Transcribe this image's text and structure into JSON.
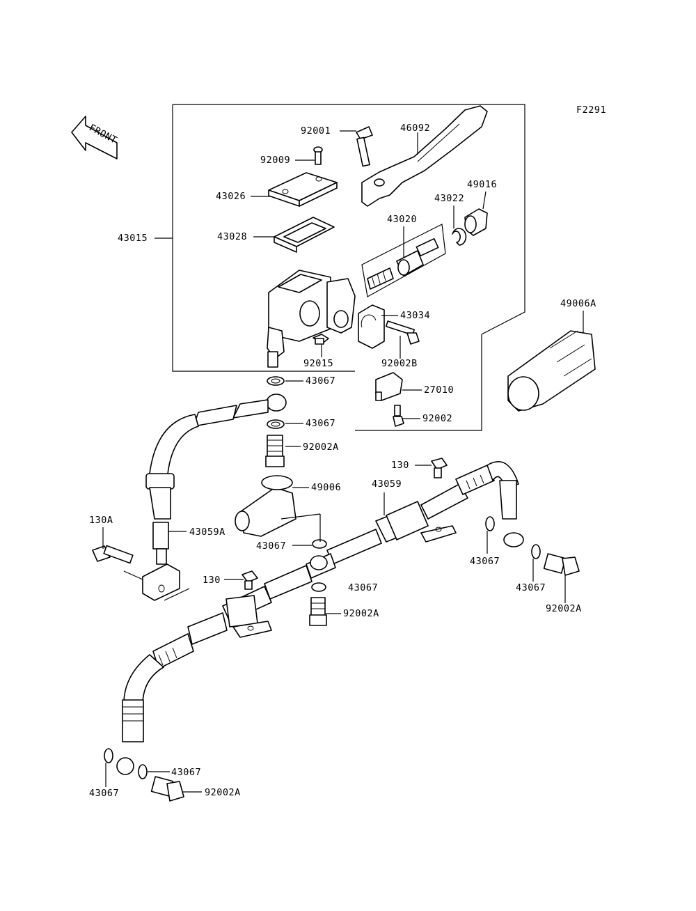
{
  "figure_code": "F2291",
  "front_arrow_text": "FRONT",
  "labels": {
    "l92001": "92001",
    "l46092": "46092",
    "l92009": "92009",
    "l43026": "43026",
    "l49016": "49016",
    "l43022": "43022",
    "l43015": "43015",
    "l43028": "43028",
    "l43020": "43020",
    "l43034": "43034",
    "l92015": "92015",
    "l92002B": "92002B",
    "l49006A": "49006A",
    "l43067a": "43067",
    "l27010": "27010",
    "l43067b": "43067",
    "l92002": "92002",
    "l92002Aa": "92002A",
    "l130a": "130",
    "l43059": "43059",
    "l49006": "49006",
    "l130A": "130A",
    "l43059A": "43059A",
    "l43067c": "43067",
    "l43067d": "43067",
    "l43067e": "43067",
    "l130b": "130",
    "l43067f": "43067",
    "l92002Ab": "92002A",
    "l92002Ac": "92002A",
    "l43067g": "43067",
    "l43067h": "43067",
    "l92002Ad": "92002A"
  }
}
